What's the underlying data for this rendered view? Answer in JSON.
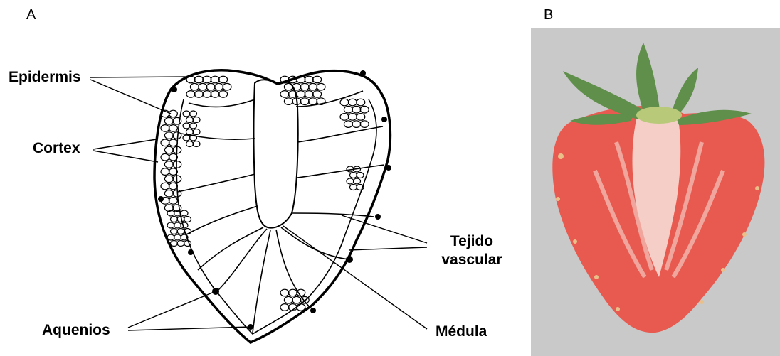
{
  "panels": {
    "a": "A",
    "b": "B"
  },
  "labels": {
    "epidermis": "Epidermis",
    "cortex": "Cortex",
    "vascular_line1": "Tejido",
    "vascular_line2": "vascular",
    "achenes": "Aquenios",
    "pith": "Médula"
  },
  "colors": {
    "line": "#000000",
    "background": "#ffffff",
    "photo_background": "#c9c9c9",
    "fruit_flesh": "#e85a50",
    "fruit_core": "#f6dcd4",
    "sepals": "#5f8f4a"
  }
}
